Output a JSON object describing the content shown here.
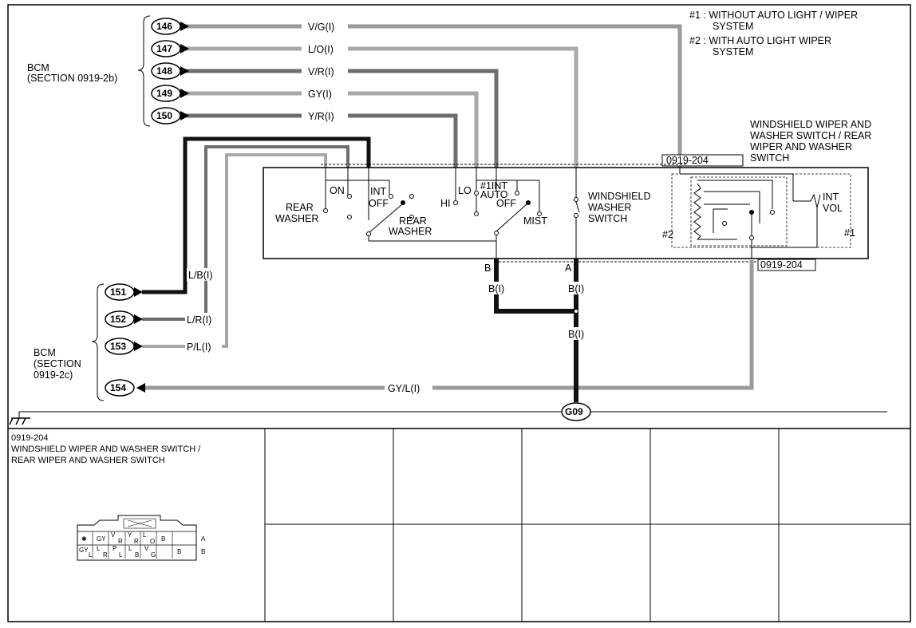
{
  "notes": {
    "n1_line1": "#1 : WITHOUT  AUTO LIGHT / WIPER",
    "n1_line2": "SYSTEM",
    "n2_line1": "#2 : WITH AUTO LIGHT WIPER",
    "n2_line2": "SYSTEM"
  },
  "bcm_top": {
    "line1": "BCM",
    "line2": "(SECTION 0919-2b)"
  },
  "bcm_bottom": {
    "line1": "BCM",
    "line2": "(SECTION",
    "line3": "0919-2c)"
  },
  "pins_top": [
    "146",
    "147",
    "148",
    "149",
    "150"
  ],
  "pins_bottom": [
    "151",
    "152",
    "153",
    "154"
  ],
  "wires_top": [
    "V/G(I)",
    "L/O(I)",
    "V/R(I)",
    "GY(I)",
    "Y/R(I)"
  ],
  "wires_bottom": {
    "w151": "L/B(I)",
    "w152": "L/R(I)",
    "w153": "P/L(I)",
    "w154": "GY/L(I)"
  },
  "switch": {
    "title_line1": "WINDSHIELD WIPER AND",
    "title_line2": "WASHER SWITCH / REAR",
    "title_line3": "WIPER AND WASHER",
    "title_line4": "SWITCH",
    "connector_top": "0919-204",
    "connector_bottom": "0919-204",
    "rear_washer_1": "REAR",
    "rear_washer_2": "WASHER",
    "on": "ON",
    "int": "INT",
    "off": "OFF",
    "rear2_1": "REAR",
    "rear2_2": "WASHER",
    "hi": "HI",
    "lo": "LO",
    "int1": "#1INT",
    "auto": "AUTO",
    "off2": "OFF",
    "mist": "MIST",
    "ws_1": "WINDSHIELD",
    "ws_2": "WASHER",
    "ws_3": "SWITCH",
    "int_vol_1": "INT",
    "int_vol_2": "VOL",
    "mark2": "#2",
    "mark1": "#1",
    "term_b": "B",
    "term_a": "A"
  },
  "ground": {
    "w1": "B(I)",
    "w2": "B(I)",
    "w3": "B(I)",
    "id": "G09"
  },
  "connector_table": {
    "code": "0919-204",
    "title_line1": "WINDSHIELD WIPER AND WASHER SWITCH /",
    "title_line2": "REAR WIPER AND WASHER SWITCH",
    "row_a": [
      "✱",
      "GY",
      "V",
      "R",
      "Y",
      "R",
      "L",
      "O",
      "B"
    ],
    "row_b": [
      "GY",
      "L",
      "L",
      "R",
      "P",
      "L",
      "L",
      "B",
      "V",
      "G",
      "B"
    ],
    "row_a_label": "A",
    "row_b_label": "B"
  },
  "icons": {
    "ground_symbol": "chassis-ground-icon"
  }
}
